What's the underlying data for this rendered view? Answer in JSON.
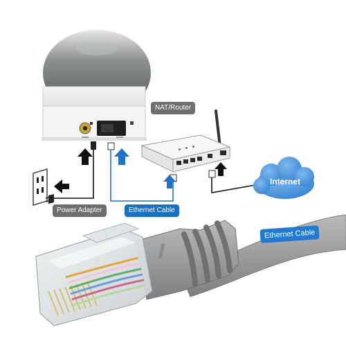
{
  "labels": {
    "router": "NAT/Router",
    "power_adapter": "Power Adapter",
    "ethernet_cable": "Ethernet Cable",
    "internet": "Internet",
    "cable_tag": "Ethernet Cable"
  },
  "colors": {
    "arrow_blue": "#1f74c9",
    "arrow_black": "#111111",
    "cable_gray": "#9a9c9e",
    "cloud_blue": "#2f7fd0"
  }
}
